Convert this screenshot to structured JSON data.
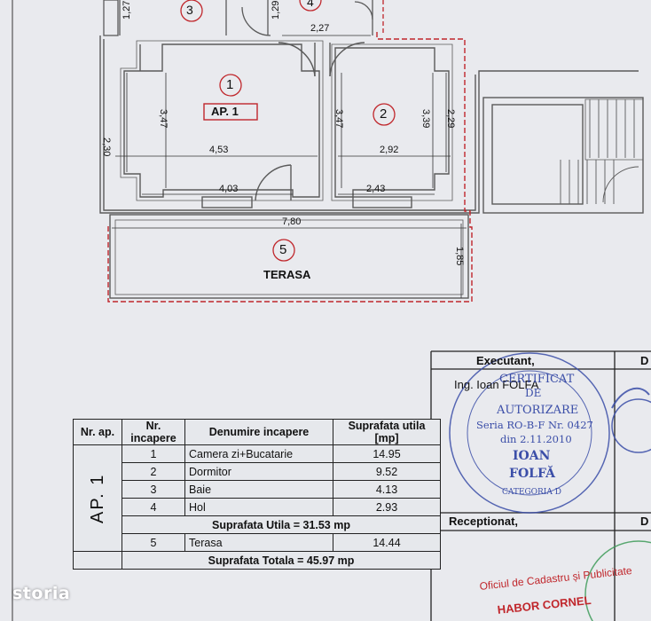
{
  "plan": {
    "rooms": [
      {
        "num": "1"
      },
      {
        "num": "2"
      },
      {
        "num": "3"
      },
      {
        "num": "4"
      },
      {
        "num": "5"
      }
    ],
    "apartment_label": "AP. 1",
    "terrace_label": "TERASA",
    "dimensions": {
      "d_127": "1,27",
      "d_129": "1,29",
      "d_227": "2,27",
      "d_230": "2,30",
      "d_347a": "3,47",
      "d_453": "4,53",
      "d_403": "4,03",
      "d_347b": "3,47",
      "d_339": "3,39",
      "d_229": "2,29",
      "d_292": "2,92",
      "d_243": "2,43",
      "d_780": "7,80",
      "d_185": "1,85"
    },
    "colors": {
      "wall": "#5a5a5a",
      "outline": "#c0262b",
      "dim": "#222222"
    }
  },
  "table": {
    "headers": {
      "nr_ap": "Nr. ap.",
      "nr_inc": "Nr. incapere",
      "denumire": "Denumire incapere",
      "suprafata": "Suprafata utila [mp]"
    },
    "apartment": "AP. 1",
    "rows": [
      {
        "nr": "1",
        "name": "Camera zi+Bucatarie",
        "area": "14.95"
      },
      {
        "nr": "2",
        "name": "Dormitor",
        "area": "9.52"
      },
      {
        "nr": "3",
        "name": "Baie",
        "area": "4.13"
      },
      {
        "nr": "4",
        "name": "Hol",
        "area": "2.93"
      }
    ],
    "useful_total": "Suprafata Utila = 31.53 mp",
    "terrace_row": {
      "nr": "5",
      "name": "Terasa",
      "area": "14.44"
    },
    "grand_total": "Suprafata Totala = 45.97 mp"
  },
  "signature_box": {
    "executant_label": "Executant,",
    "executant_name": "Ing. Ioan FOLFA",
    "receptionat_label": "Receptionat,",
    "office": "Oficiul de Cadastru și Publicitate",
    "name_bottom": "HABOR CORNEL",
    "col_d1": "D",
    "col_d2": "D"
  },
  "stamp": {
    "line1": "CERTIFICAT",
    "line2": "DE",
    "line3": "AUTORIZARE",
    "line4": "Seria RO-B-F Nr. 0427",
    "line5": "din 2.11.2010",
    "line6": "IOAN",
    "line7": "FOLFĂ",
    "category": "CATEGORIA D"
  },
  "watermark": "storia"
}
